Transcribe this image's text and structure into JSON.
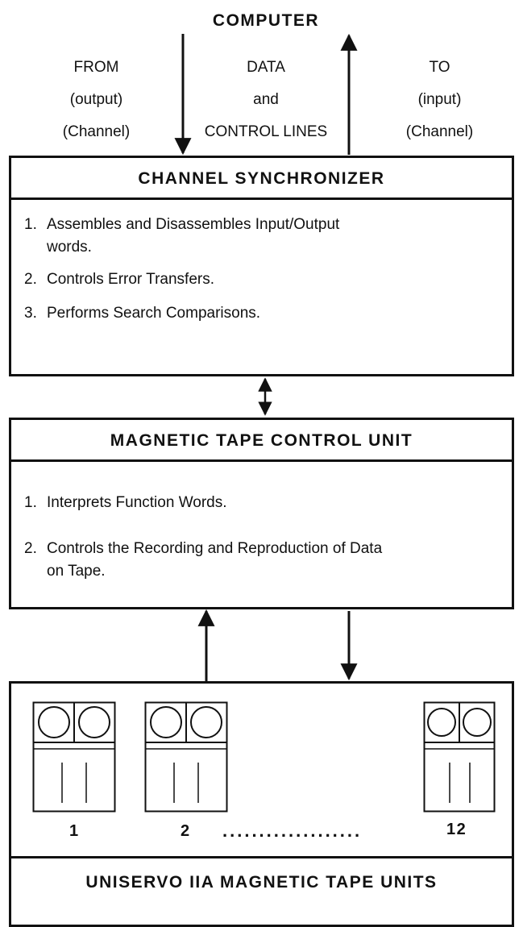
{
  "computer": {
    "title": "COMPUTER",
    "from_label": [
      "FROM",
      "(output)",
      "(Channel)"
    ],
    "data_label": [
      "DATA",
      "and",
      "CONTROL LINES"
    ],
    "to_label": [
      "TO",
      "(input)",
      "(Channel)"
    ]
  },
  "channel_synchronizer": {
    "title": "CHANNEL SYNCHRONIZER",
    "items": [
      {
        "num": "1.",
        "lines": [
          "Assembles and Disassembles  Input/Output",
          "words."
        ]
      },
      {
        "num": "2.",
        "lines": [
          "Controls Error Transfers."
        ]
      },
      {
        "num": "3.",
        "lines": [
          "Performs Search Comparisons."
        ]
      }
    ]
  },
  "control_unit": {
    "title": "MAGNETIC TAPE CONTROL UNIT",
    "items": [
      {
        "num": "1.",
        "lines": [
          "Interprets Function Words."
        ]
      },
      {
        "num": "2.",
        "lines": [
          "Controls the Recording and Reproduction of Data",
          "on Tape."
        ]
      }
    ]
  },
  "tape_units": {
    "title": "UNISERVO IIA MAGNETIC TAPE UNITS",
    "units": [
      "1",
      "2",
      "12"
    ],
    "ellipsis": "..................."
  }
}
